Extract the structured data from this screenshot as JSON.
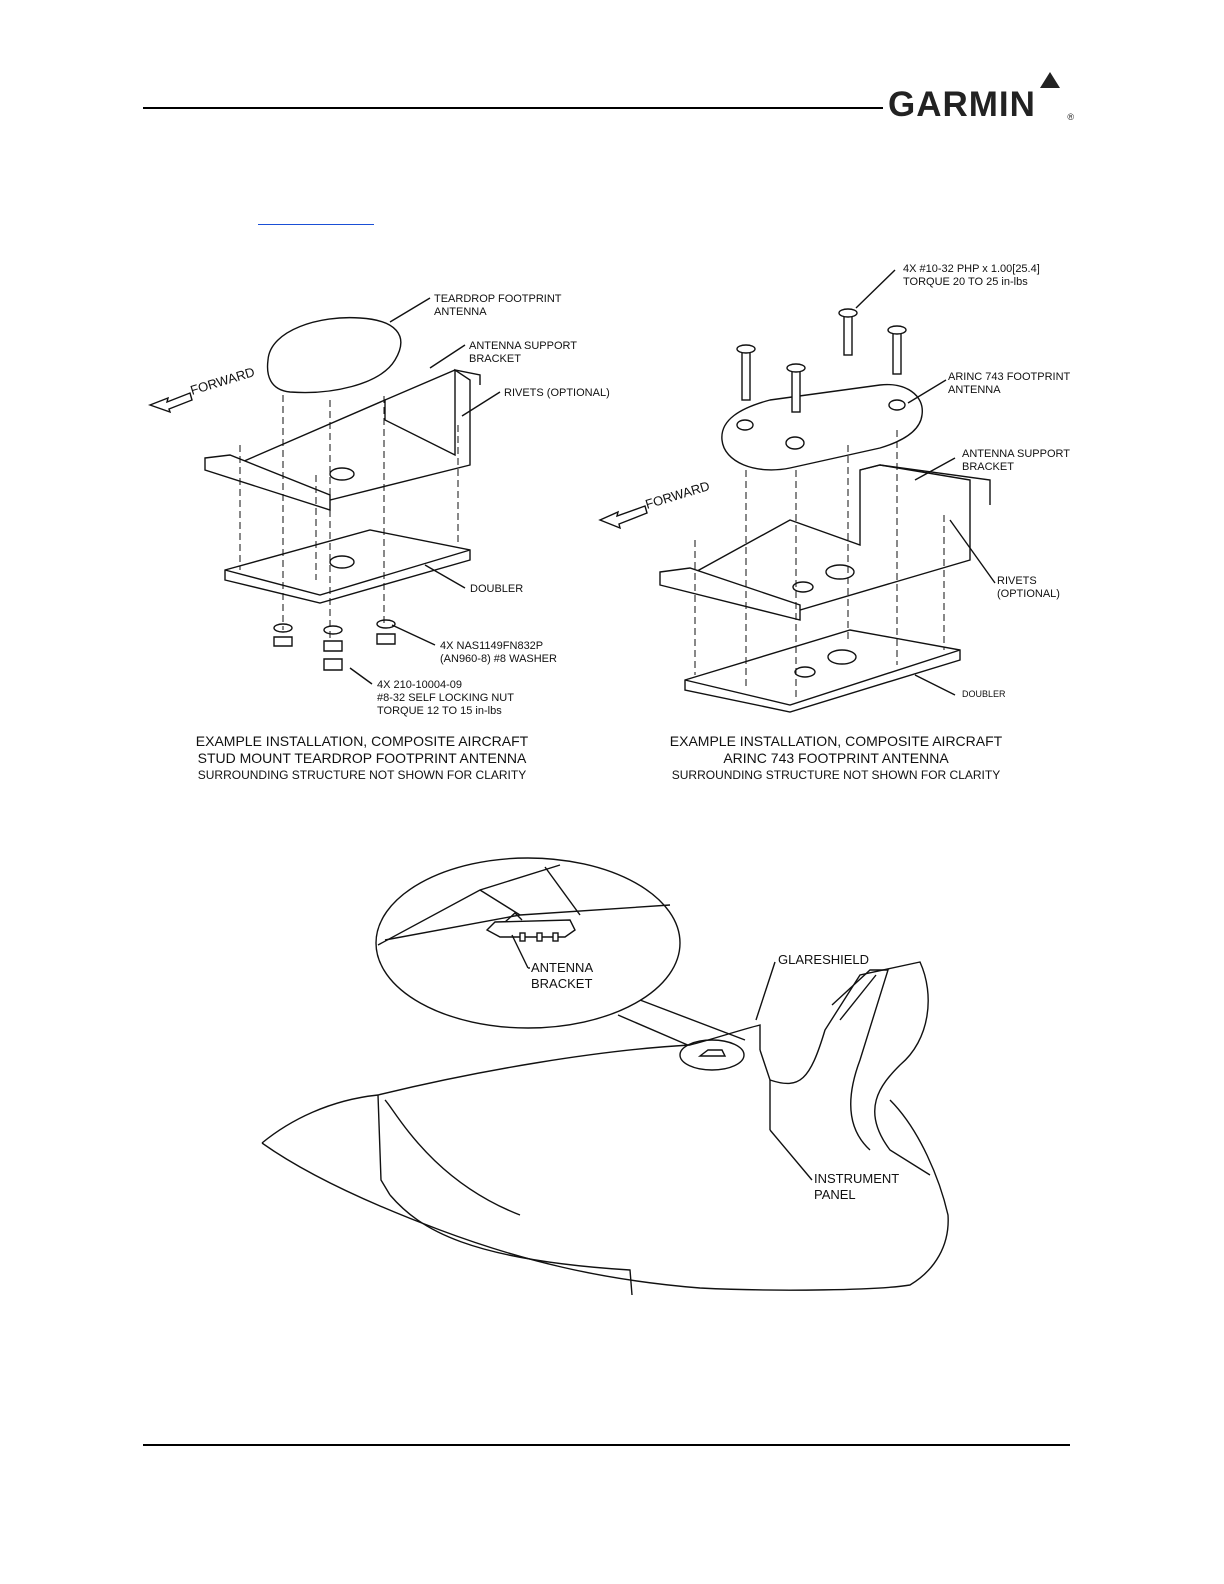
{
  "header": {
    "brand": "GARMIN",
    "reg_mark": "®"
  },
  "figure_left": {
    "labels": {
      "teardrop_1": "TEARDROP FOOTPRINT",
      "teardrop_2": "ANTENNA",
      "support_1": "ANTENNA SUPPORT",
      "support_2": "BRACKET",
      "rivets": "RIVETS (OPTIONAL)",
      "forward": "FORWARD",
      "doubler": "DOUBLER",
      "washer_1": "4X NAS1149FN832P",
      "washer_2": "(AN960-8) #8 WASHER",
      "nut_1": "4X 210-10004-09",
      "nut_2": "#8-32 SELF LOCKING NUT",
      "nut_3": "TORQUE 12 TO 15 in-lbs"
    },
    "caption": {
      "line1": "EXAMPLE INSTALLATION, COMPOSITE AIRCRAFT",
      "line2": "STUD MOUNT TEARDROP FOOTPRINT ANTENNA",
      "line3": "SURROUNDING STRUCTURE NOT SHOWN FOR CLARITY"
    }
  },
  "figure_right": {
    "labels": {
      "screw_1": "4X #10-32 PHP x 1.00[25.4]",
      "screw_2": "TORQUE 20 TO 25 in-lbs",
      "arinc_1": "ARINC 743  FOOTPRINT",
      "arinc_2": "ANTENNA",
      "support_1": "ANTENNA SUPPORT",
      "support_2": "BRACKET",
      "forward": "FORWARD",
      "rivets_1": "RIVETS",
      "rivets_2": "(OPTIONAL)",
      "doubler": "DOUBLER"
    },
    "caption": {
      "line1": "EXAMPLE INSTALLATION, COMPOSITE AIRCRAFT",
      "line2": "ARINC 743 FOOTPRINT ANTENNA",
      "line3": "SURROUNDING STRUCTURE NOT SHOWN FOR CLARITY"
    }
  },
  "figure_bottom": {
    "labels": {
      "bracket_1": "ANTENNA",
      "bracket_2": "BRACKET",
      "glareshield": "GLARESHIELD",
      "panel_1": "INSTRUMENT",
      "panel_2": "PANEL"
    }
  }
}
